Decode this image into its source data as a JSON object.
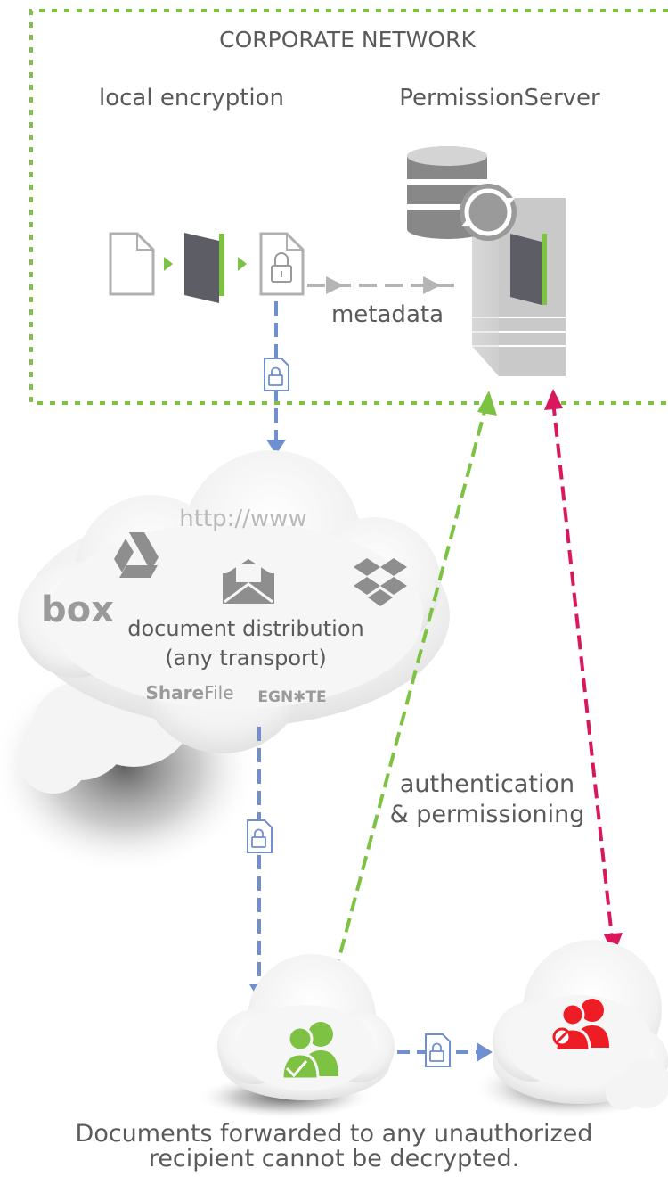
{
  "corporate_network": {
    "title": "CORPORATE NETWORK",
    "local_encryption_label": "local encryption",
    "permission_server_label": "PermissionServer",
    "metadata_label": "metadata"
  },
  "distribution_cloud": {
    "url_label": "http://www",
    "main_label_line1": "document distribution",
    "main_label_line2": "(any transport)",
    "logos": {
      "box": "box",
      "sharefile_bold": "Share",
      "sharefile_light": "File",
      "egnyte": "EGN✱TE"
    }
  },
  "auth_label": {
    "line1": "authentication",
    "line2": "& permissioning"
  },
  "caption": {
    "line1": "Documents forwarded to any unauthorized",
    "line2": "recipient cannot be decrypted."
  },
  "colors": {
    "network_border": "#7dc242",
    "blue_flow": "#6f8fd0",
    "green_flow": "#7dc242",
    "red_flow": "#d8175d",
    "authorized_users": "#7dc242",
    "unauthorized_users": "#ee1c25",
    "gray_text": "#5a5a5a"
  }
}
